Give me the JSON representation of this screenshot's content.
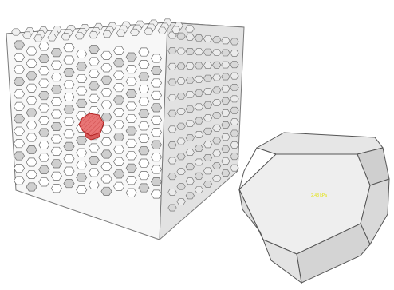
{
  "lattice": {
    "cells_per_edge": 6,
    "highlight": {
      "row": 3,
      "col": 3,
      "color": "#e87575",
      "edge_color": "#b02020"
    },
    "face_colors": {
      "front": "#ffffff",
      "top": "#f0f0f0",
      "side": "#d8d8d8",
      "edge": "#6b6b6b",
      "hole": "#cfcfcf"
    }
  },
  "single_cell": {
    "label": "2.48 kPa",
    "face_colors": {
      "front": "#eeeeee",
      "top": "#e4e4e4",
      "side": "#c8c8c8",
      "bottom": "#d2d2d2",
      "edge": "#555555"
    }
  }
}
